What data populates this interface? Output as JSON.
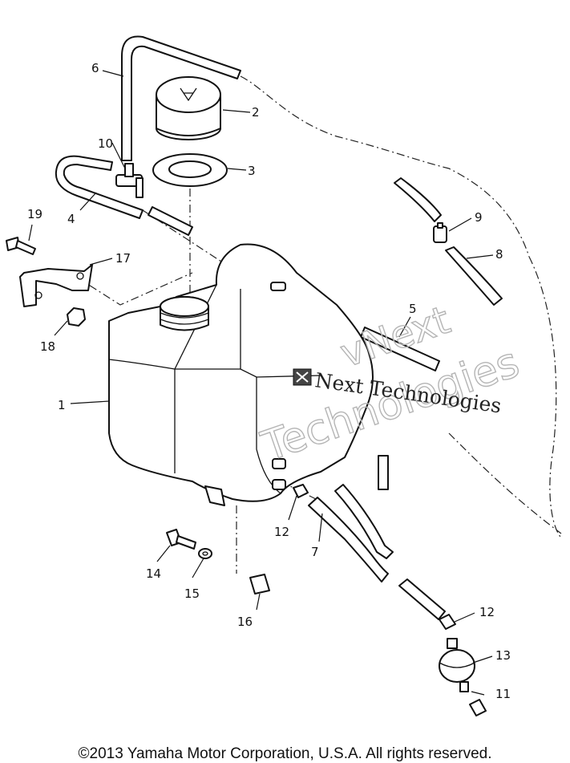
{
  "callouts": [
    "1",
    "2",
    "3",
    "4",
    "5",
    "6",
    "7",
    "8",
    "9",
    "10",
    "11",
    "12",
    "12",
    "13",
    "14",
    "15",
    "16",
    "17",
    "18",
    "19"
  ],
  "watermark": {
    "text": "Next Technologies",
    "outline_line1": "vNext",
    "outline_line2": "Technologies",
    "color": "#b5b5b5"
  },
  "copyright": "©2013 Yamaha Motor Corporation, U.S.A. All rights reserved."
}
